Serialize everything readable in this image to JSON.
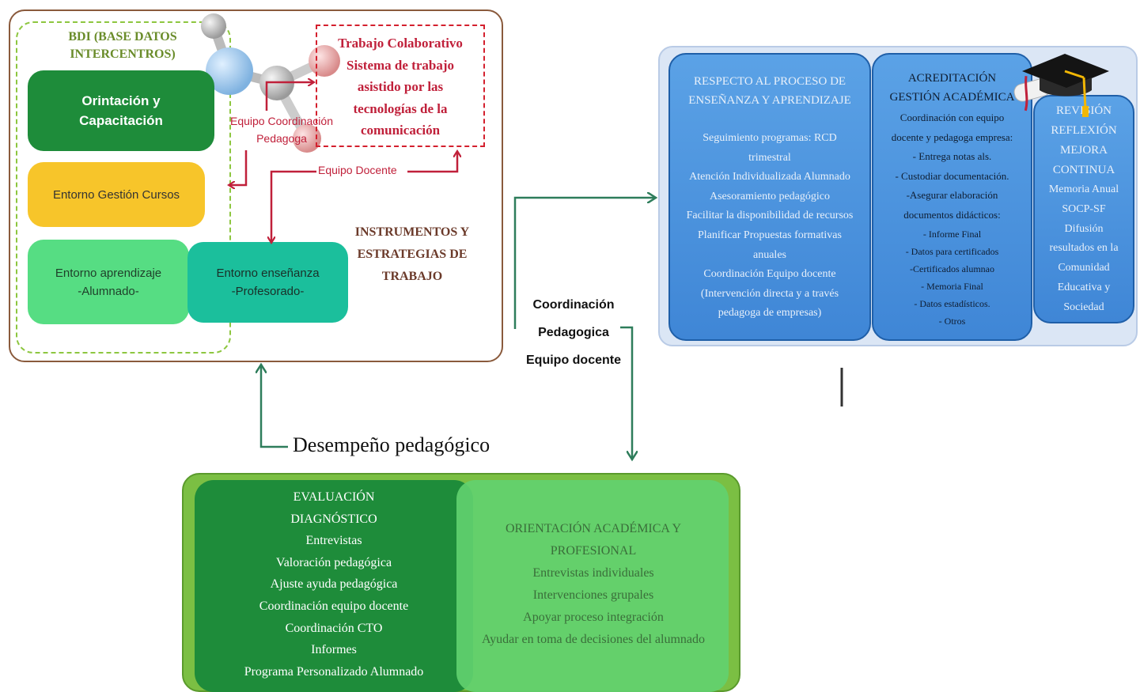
{
  "bdi": {
    "title_line1": "BDI (BASE DATOS",
    "title_line2": "INTERCENTROS)"
  },
  "boxes": {
    "orientacion": {
      "line1": "Orintación y",
      "line2": "Capacitación"
    },
    "gestion": "Entorno Gestión Cursos",
    "aprendizaje": {
      "line1": "Entorno aprendizaje",
      "line2": "-Alumnado-"
    },
    "ensenanza": {
      "line1": "Entorno enseñanza",
      "line2": "-Profesorado-"
    }
  },
  "trabajo": {
    "lines": [
      "Trabajo Colaborativo",
      "Sistema de trabajo",
      "asistido por las",
      "tecnologías de la",
      "comunicación"
    ]
  },
  "labels": {
    "equipo_coord_1": "Equipo Coordinación",
    "equipo_coord_2": "Pedagoga",
    "equipo_docente": "Equipo Docente",
    "instrumentos": [
      "INSTRUMENTOS Y",
      "ESTRATEGIAS DE",
      "TRABAJO"
    ],
    "coordinacion": [
      "Coordinación",
      "Pedagogica",
      "Equipo  docente"
    ],
    "desempeno": "Desempeño pedagógico"
  },
  "right": {
    "col1": {
      "title": [
        "RESPECTO AL PROCESO DE",
        "ENSEÑANZA Y APRENDIZAJE"
      ],
      "items": [
        "Seguimiento programas: RCD",
        "trimestral",
        "Atención Individualizada Alumnado",
        "Asesoramiento pedagógico",
        "Facilitar la disponibilidad de recursos",
        "Planificar Propuestas formativas",
        "anuales",
        "Coordinación Equipo docente",
        "(Intervención directa y a través",
        "pedagoga de empresas)"
      ]
    },
    "col2": {
      "title": [
        "ACREDITACIÓN",
        "GESTIÓN ACADÉMICA"
      ],
      "items": [
        "Coordinación con equipo",
        "docente y pedagoga empresa:",
        "- Entrega notas als.",
        "- Custodiar documentación.",
        "-Asegurar elaboración",
        "documentos didácticos:"
      ],
      "subitems": [
        "- Informe Final",
        "- Datos para certificados",
        "-Certificados alumnao",
        "- Memoria Final",
        "- Datos estadísticos.",
        "- Otros"
      ]
    },
    "col3": {
      "title": [
        "REVISIÓN",
        "REFLEXIÓN",
        "MEJORA",
        "CONTINUA"
      ],
      "items": [
        "Memoria Anual",
        "SOCP-SF",
        "Difusión",
        "resultados en la",
        "Comunidad",
        "Educativa y",
        "Sociedad"
      ]
    }
  },
  "bottom": {
    "left": [
      "EVALUACIÓN",
      "DIAGNÓSTICO",
      "Entrevistas",
      "Valoración pedagógica",
      "Ajuste ayuda pedagógica",
      "Coordinación equipo docente",
      "Coordinación CTO",
      "Informes",
      "Programa Personalizado Alumnado"
    ],
    "right": [
      "ORIENTACIÓN ACADÉMICA Y",
      "PROFESIONAL",
      "Entrevistas individuales",
      "Intervenciones grupales",
      "Apoyar proceso integración",
      "Ayudar en toma de decisiones del alumnado"
    ]
  },
  "colors": {
    "brown": "#8a5a3c",
    "lightgreen": "#8dc63f",
    "darkgreen": "#1e8c3a",
    "yellow": "#f7c52a",
    "mint": "#56dd83",
    "teal": "#1bbf9c",
    "crimson": "#c0203a",
    "arrowgreen": "#2e7d5b",
    "blue": "#3f86d6"
  }
}
